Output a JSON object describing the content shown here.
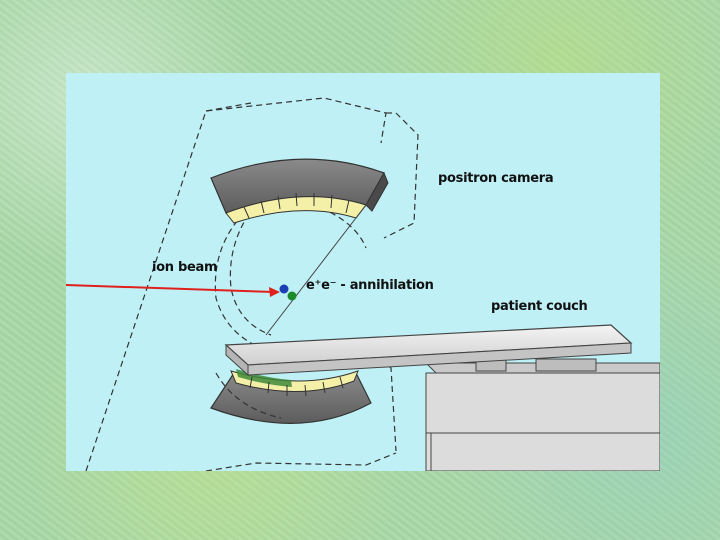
{
  "labels": {
    "positron_camera": "positron camera",
    "ion_beam": "ion beam",
    "annihilation": "e⁺e⁻ - annihilation",
    "patient_couch": "patient couch"
  },
  "colors": {
    "panel": "#bff0f5",
    "beam": "#e0201c",
    "detector_body": "#6f6f6f",
    "crystal": "#f4f0a8",
    "couch": "#e9e9e9",
    "base": "#d9d9d9"
  }
}
